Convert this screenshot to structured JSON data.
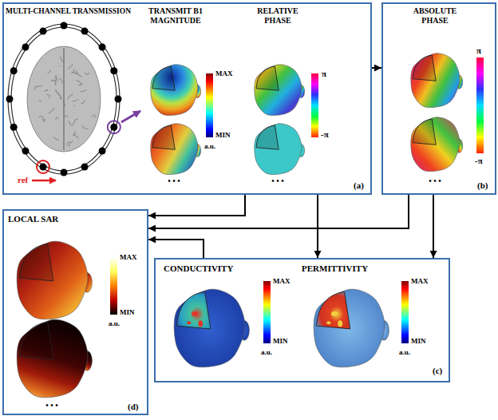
{
  "diagram": {
    "nodes": [
      {
        "text": [
          "MULTI-CHANNEL TRANSMISSION",
          "TRANSMIT B1 MAGNITUDE",
          "RELATIVE PHASE",
          "(a)"
        ]
      },
      {
        "text": [
          "ABSOLUTE PHASE",
          "(b)"
        ]
      },
      {
        "text": [
          "LOCAL SAR",
          "(d)"
        ]
      },
      {
        "text": [
          "CONDUCTIVITY",
          "PERMITTIVITY",
          "(c)"
        ]
      }
    ],
    "edges": [
      {
        "from": 0,
        "to": 1,
        "arrow": "to"
      },
      {
        "from": 0,
        "to": 2,
        "arrow": "to"
      },
      {
        "from": 1,
        "to": 2,
        "arrow": "to"
      },
      {
        "from": 3,
        "to": 2,
        "arrow": "to"
      },
      {
        "from": 0,
        "to": 3,
        "arrow": "to"
      },
      {
        "from": 1,
        "to": 3,
        "arrow": "to"
      }
    ],
    "labels": [
      "ref",
      "MAX",
      "MIN",
      "a.u.",
      "π",
      "-π",
      "• • •",
      "• • •",
      "π",
      "-π",
      "• • •",
      "MAX",
      "MIN",
      "a.u.",
      "• • •",
      "MAX",
      "MIN",
      "a.u.",
      "MAX",
      "MIN",
      "a.u."
    ]
  }
}
